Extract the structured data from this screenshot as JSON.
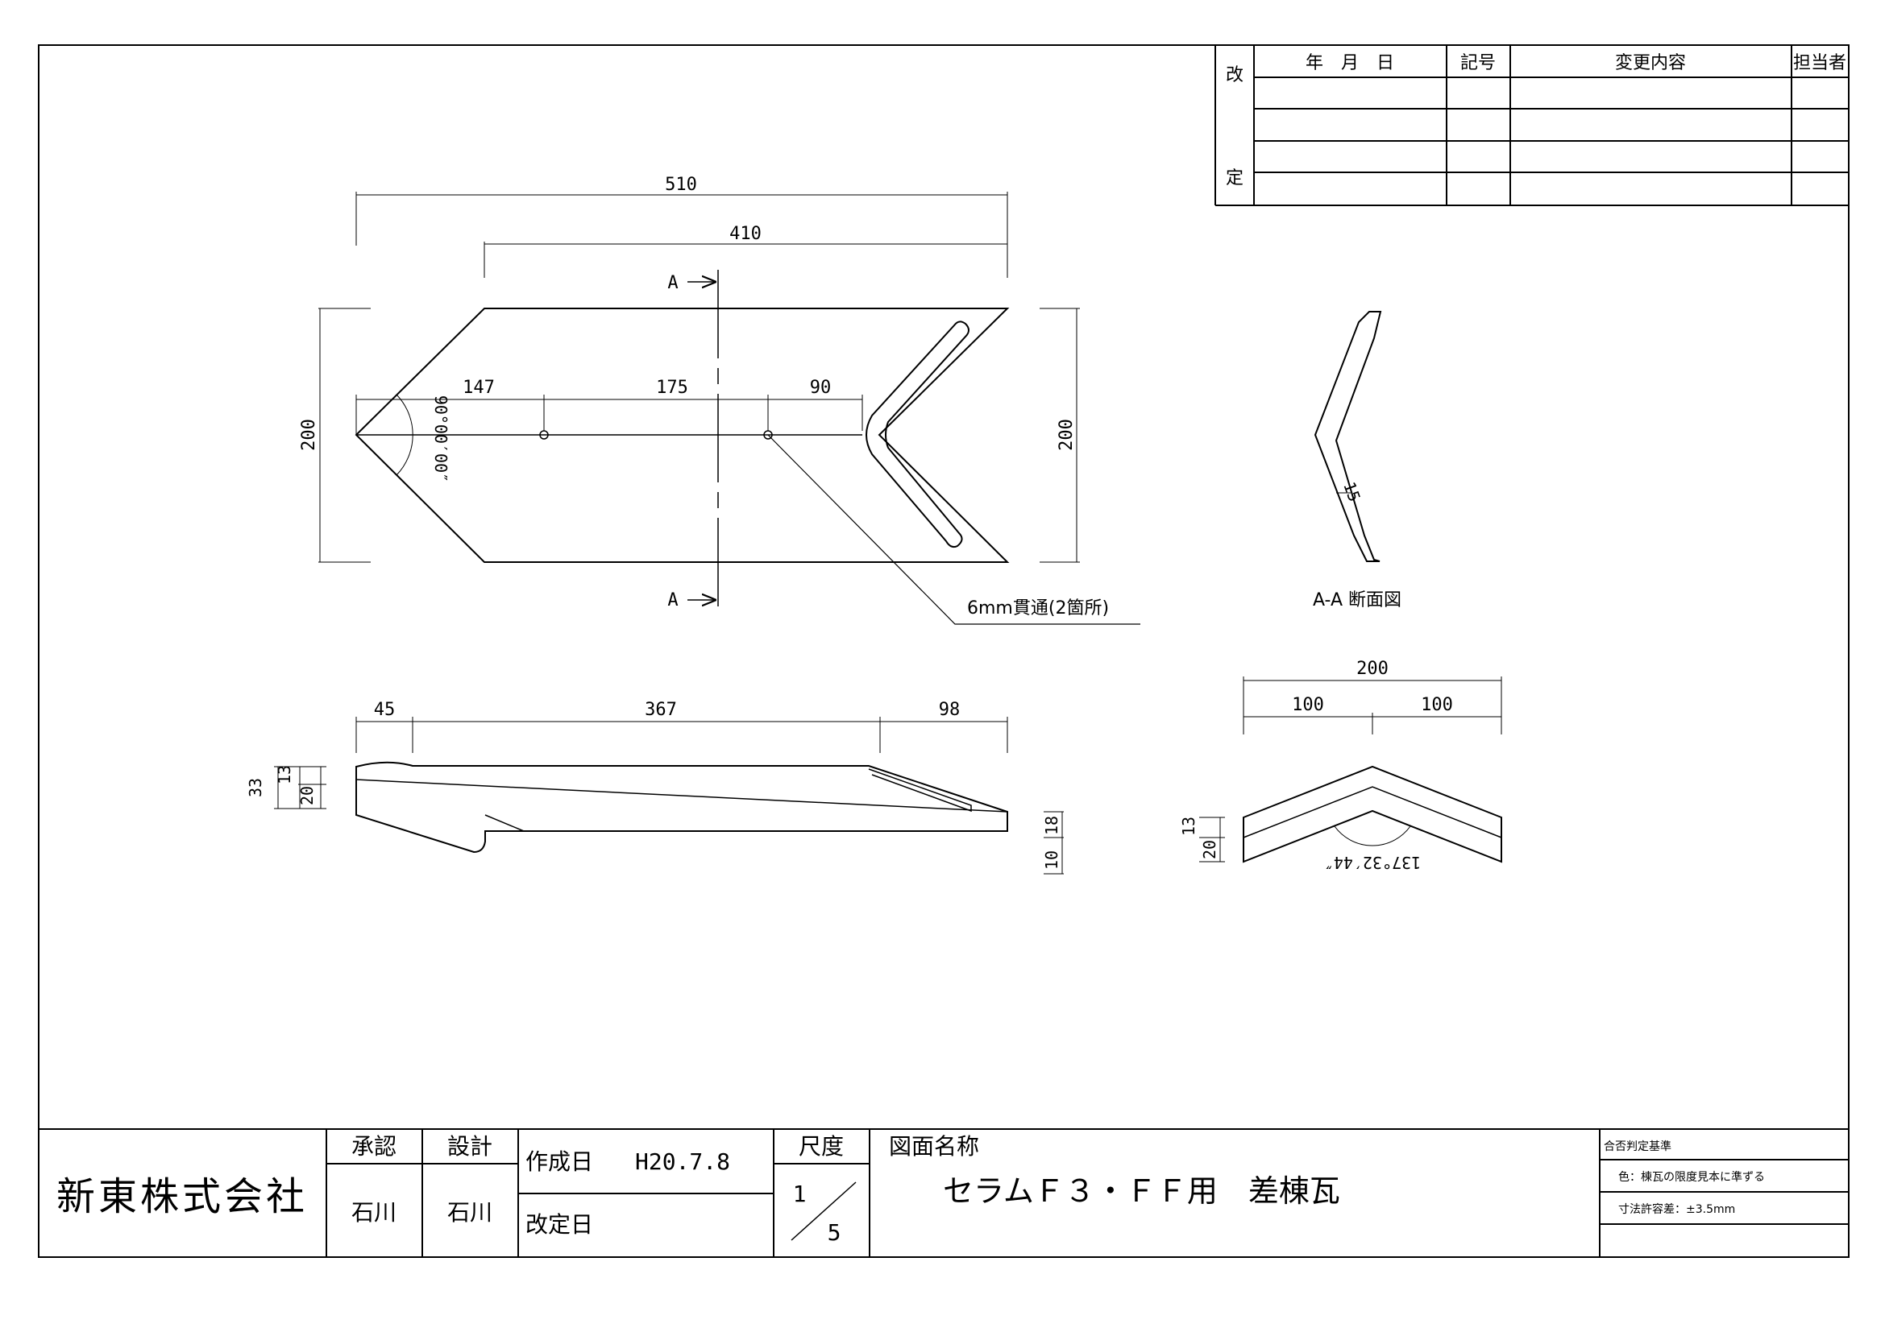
{
  "revision_table": {
    "side_label_top": "改",
    "side_label_bottom": "定",
    "col_date": "年　月　日",
    "col_symbol": "記号",
    "col_change": "変更内容",
    "col_person": "担当者"
  },
  "plan_view": {
    "dim_total": "510",
    "dim_body": "410",
    "dim_height_left": "200",
    "dim_height_right": "200",
    "dim_seg1": "147",
    "dim_seg2": "175",
    "dim_seg3": "90",
    "angle": "90°00′00″",
    "section_mark_top": "A",
    "section_mark_bottom": "A",
    "hole_note": "6mm貫通(2箇所)"
  },
  "section_view": {
    "title": "A-A 断面図",
    "thickness": "15"
  },
  "side_view": {
    "dim_left": "45",
    "dim_middle": "367",
    "dim_right": "98",
    "dim_total_height": "33",
    "dim_top": "13",
    "dim_bottom": "20",
    "dim_end_top": "18",
    "dim_end_bottom": "10"
  },
  "end_view": {
    "dim_total": "200",
    "dim_left": "100",
    "dim_right": "100",
    "dim_top": "13",
    "dim_bottom": "20",
    "angle": "137°32′44″"
  },
  "title_block": {
    "company": "新東株式会社",
    "approved_label": "承認",
    "designed_label": "設計",
    "approved_by": "石川",
    "designed_by": "石川",
    "created_label": "作成日",
    "created_date": "H20.7.8",
    "revised_label": "改定日",
    "scale_label": "尺度",
    "scale_num": "1",
    "scale_den": "5",
    "drawing_name_label": "図面名称",
    "drawing_name": "セラムＦ３・ＦＦ用　差棟瓦",
    "criteria_label": "合否判定基準",
    "criteria_color": "色：棟瓦の限度見本に準ずる",
    "criteria_tolerance": "寸法許容差：±3.5mm"
  }
}
